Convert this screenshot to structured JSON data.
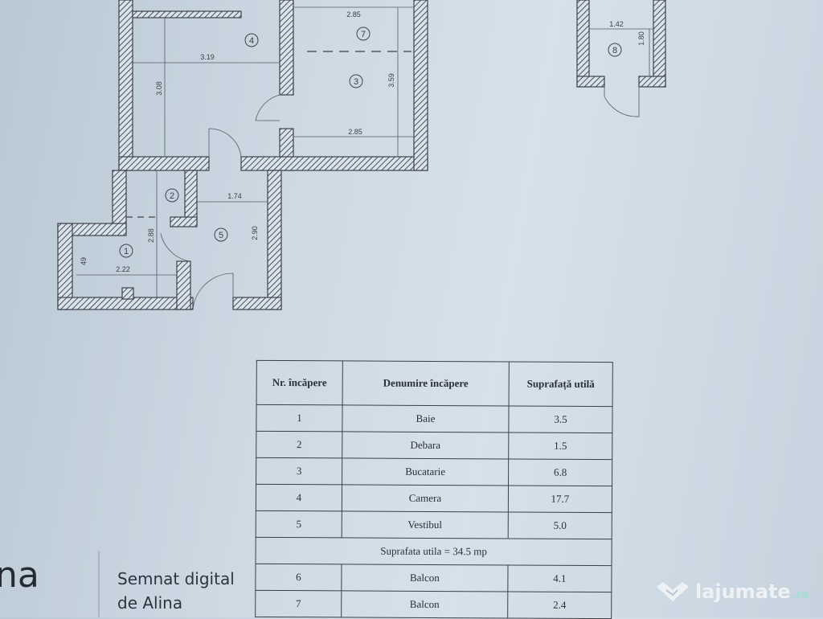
{
  "plan": {
    "rooms": [
      "1",
      "2",
      "3",
      "4",
      "5",
      "7",
      "8"
    ],
    "dimensions": {
      "kitchen_top": "2.85",
      "kitchen_bottom": "2.85",
      "camera_width": "3.19",
      "camera_height": "3.08",
      "kitchen_height": "3.59",
      "vestibul_width": "1.74",
      "vestibul_height": "2.90",
      "bath_height": "2.88",
      "bath_width": "2.22",
      "bath_small": "49",
      "balcony_width": "1.42",
      "balcony_height": "1.80"
    }
  },
  "table": {
    "headers": [
      "Nr. încăpere",
      "Denumire încăpere",
      "Suprafață utilă"
    ],
    "rows": [
      {
        "nr": "1",
        "name": "Baie",
        "area": "3.5"
      },
      {
        "nr": "2",
        "name": "Debara",
        "area": "1.5"
      },
      {
        "nr": "3",
        "name": "Bucatarie",
        "area": "6.8"
      },
      {
        "nr": "4",
        "name": "Camera",
        "area": "17.7"
      },
      {
        "nr": "5",
        "name": "Vestibul",
        "area": "5.0"
      }
    ],
    "summary": "Suprafata utila = 34.5 mp",
    "extra_rows": [
      {
        "nr": "6",
        "name": "Balcon",
        "area": "4.1"
      },
      {
        "nr": "7",
        "name": "Balcon",
        "area": "2.4"
      }
    ]
  },
  "signature": {
    "big_text": "na",
    "line1": "Semnat digital",
    "line2": "de Alina"
  },
  "watermark": {
    "brand": "lajumate",
    "tld": ".ro",
    "icon": "handshake-heart-icon"
  }
}
